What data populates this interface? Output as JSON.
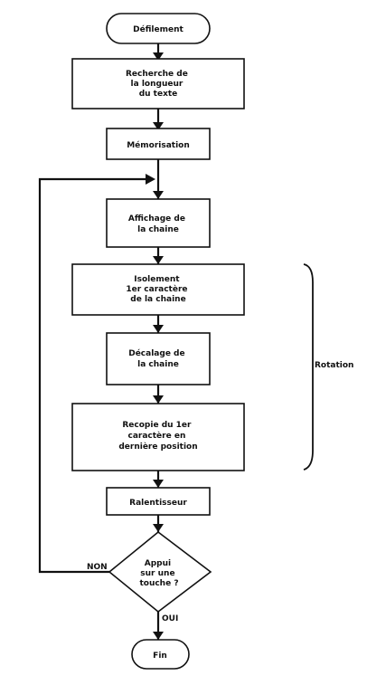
{
  "diagram": {
    "nodes": {
      "start": {
        "lines": [
          "Défilement"
        ]
      },
      "measure_length": {
        "lines": [
          "Recherche de",
          "la longueur",
          "du texte"
        ]
      },
      "memorize": {
        "lines": [
          "Mémorisation"
        ]
      },
      "display_string": {
        "lines": [
          "Affichage de",
          "la chaine"
        ]
      },
      "isolate_first_char": {
        "lines": [
          "Isolement",
          "1er caractère",
          "de la chaine"
        ]
      },
      "shift_string": {
        "lines": [
          "Décalage de",
          "la chaine"
        ]
      },
      "copy_first_char": {
        "lines": [
          "Recopie du 1er",
          "caractère en",
          "dernière position"
        ]
      },
      "slow_down": {
        "lines": [
          "Ralentisseur"
        ]
      },
      "key_pressed": {
        "lines": [
          "Appui",
          "sur une",
          "touche ?"
        ]
      },
      "end": {
        "lines": [
          "Fin"
        ]
      }
    },
    "edges": {
      "no_label": "NON",
      "yes_label": "OUI"
    },
    "group": {
      "label": "Rotation"
    },
    "colors": {
      "stroke": "#111111",
      "fill": "#ffffff"
    }
  }
}
